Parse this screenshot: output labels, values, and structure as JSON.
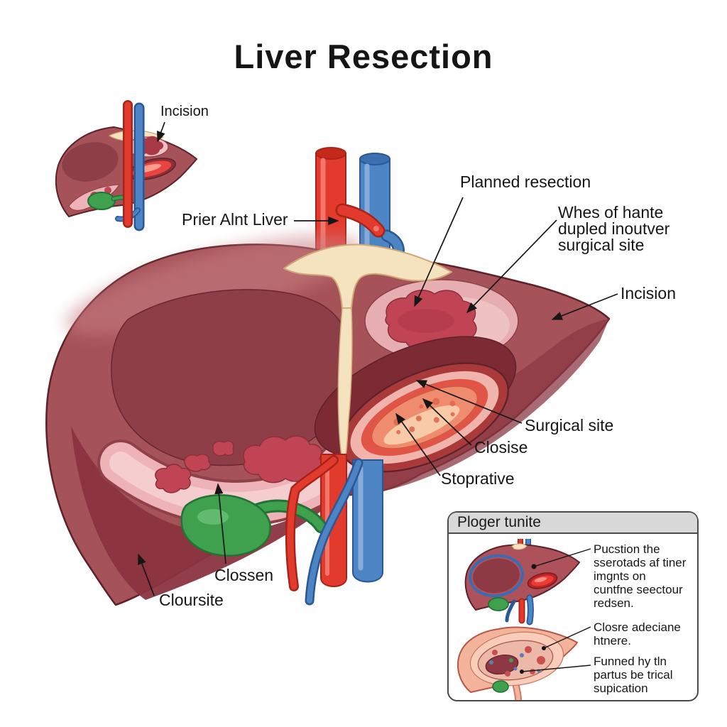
{
  "title": "Liver Resection",
  "diagram": {
    "labels": {
      "mini_incision": "Incision",
      "vessel": "Prier Alnt Liver",
      "planned_resection": "Planned resection",
      "wedge_site": "Whes of hante dupled inoutver surgical site",
      "incision": "Incision",
      "surgical_site": "Surgical site",
      "closise": "Closise",
      "stoprative": "Stoprative",
      "clossen": "Clossen",
      "cloursite": "Cloursite"
    }
  },
  "legend": {
    "title": "Ploger tunite",
    "items": [
      "Pucstion the sserotads af tiner imgnts on cuntfne seectour redsen.",
      "Closre adeciane htnere.",
      "Funned hy tln partus be trical supication"
    ]
  },
  "colors": {
    "liver": "#a55258",
    "liver_dark": "#8e3e47",
    "cut_pink": "#eeb3b6",
    "tumor": "#c14454",
    "artery": "#e23b2e",
    "vein": "#4c84c4",
    "gallbladder": "#3fa04d",
    "ligament": "#f5e3c0",
    "wound_core": "#f08c6e",
    "legend_header": "#d8d8d8"
  }
}
